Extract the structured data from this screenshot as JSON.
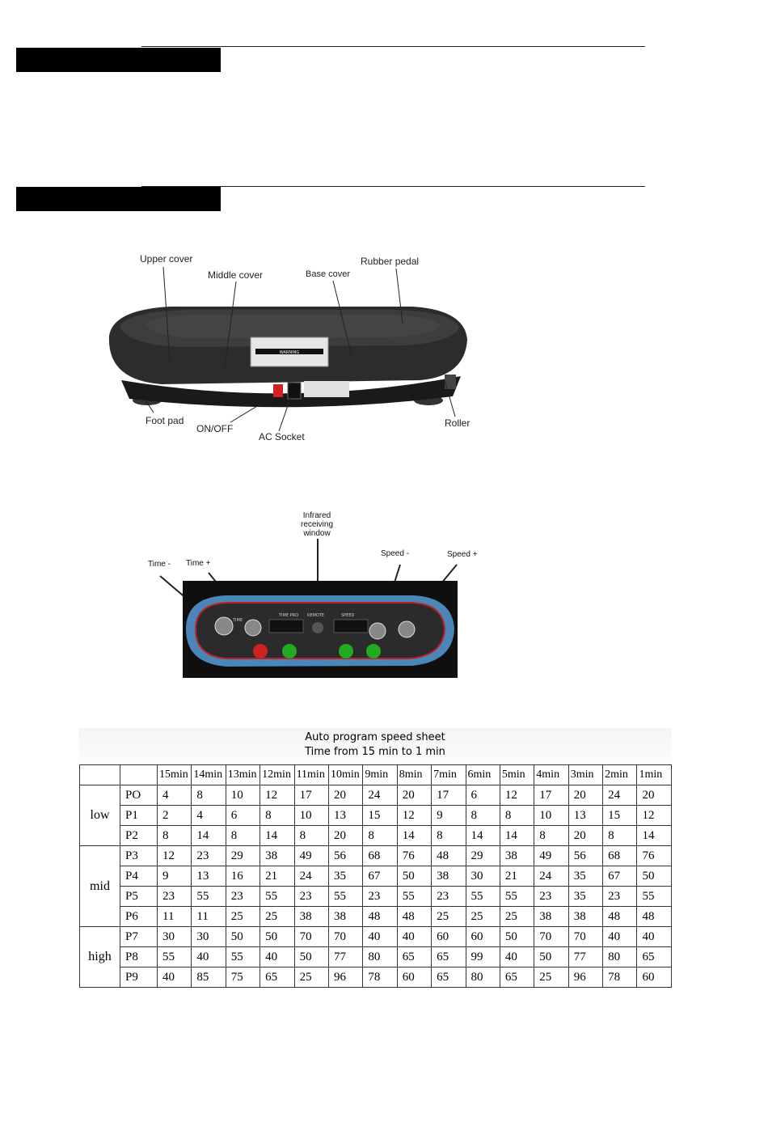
{
  "photo_labels": {
    "upper_cover": "Upper cover",
    "middle_cover": "Middle cover",
    "base_cover": "Base cover",
    "rubber_pedal": "Rubber pedal",
    "foot_pad": "Foot pad",
    "on_off": "ON/OFF",
    "ac_socket": "AC Socket",
    "roller": "Roller",
    "warning": "WARNING"
  },
  "console_labels": {
    "time_minus": "Time -",
    "time_plus": "Time +",
    "infrared": "Infrared receiving window",
    "speed_minus": "Speed -",
    "speed_plus": "Speed +",
    "time_pro": "TIME PRO",
    "remote": "REMOTE",
    "speed": "SPEED",
    "time": "TIME"
  },
  "sheet": {
    "title": "Auto program speed sheet",
    "subtitle": "Time from 15 min to 1 min",
    "columns": [
      "15min",
      "14min",
      "13min",
      "12min",
      "11min",
      "10min",
      "9min",
      "8min",
      "7min",
      "6min",
      "5min",
      "4min",
      "3min",
      "2min",
      "1min"
    ],
    "groups": [
      {
        "level": "low",
        "rows": [
          {
            "program": "PO",
            "values": [
              4,
              8,
              10,
              12,
              17,
              20,
              24,
              20,
              17,
              6,
              12,
              17,
              20,
              24,
              20
            ]
          },
          {
            "program": "P1",
            "values": [
              2,
              4,
              6,
              8,
              10,
              13,
              15,
              12,
              9,
              8,
              8,
              10,
              13,
              15,
              12
            ]
          },
          {
            "program": "P2",
            "values": [
              8,
              14,
              8,
              14,
              8,
              20,
              8,
              14,
              8,
              14,
              14,
              8,
              20,
              8,
              14
            ]
          }
        ]
      },
      {
        "level": "mid",
        "rows": [
          {
            "program": "P3",
            "values": [
              12,
              23,
              29,
              38,
              49,
              56,
              68,
              76,
              48,
              29,
              38,
              49,
              56,
              68,
              76
            ]
          },
          {
            "program": "P4",
            "values": [
              9,
              13,
              16,
              21,
              24,
              35,
              67,
              50,
              38,
              30,
              21,
              24,
              35,
              67,
              50
            ]
          },
          {
            "program": "P5",
            "values": [
              23,
              55,
              23,
              55,
              23,
              55,
              23,
              55,
              23,
              55,
              55,
              23,
              35,
              23,
              55
            ]
          },
          {
            "program": "P6",
            "values": [
              11,
              11,
              25,
              25,
              38,
              38,
              48,
              48,
              25,
              25,
              25,
              38,
              38,
              48,
              48
            ]
          }
        ]
      },
      {
        "level": "high",
        "rows": [
          {
            "program": "P7",
            "values": [
              30,
              30,
              50,
              50,
              70,
              70,
              40,
              40,
              60,
              60,
              50,
              70,
              70,
              40,
              40
            ]
          },
          {
            "program": "P8",
            "values": [
              55,
              40,
              55,
              40,
              50,
              77,
              80,
              65,
              65,
              99,
              40,
              50,
              77,
              80,
              65
            ]
          },
          {
            "program": "P9",
            "values": [
              40,
              85,
              75,
              65,
              25,
              96,
              78,
              60,
              65,
              80,
              65,
              25,
              96,
              78,
              60
            ]
          }
        ]
      }
    ]
  }
}
